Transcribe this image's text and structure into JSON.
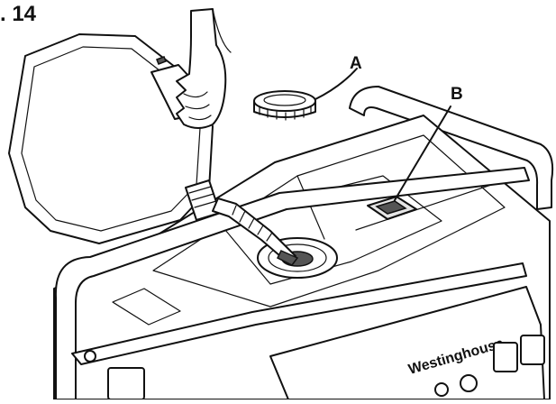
{
  "figure": {
    "number_label": ". 14",
    "callouts": [
      {
        "letter": "A",
        "target": "fuel cap"
      },
      {
        "letter": "B",
        "target": "fuel gauge"
      }
    ],
    "brand_text": "Westinghouse"
  }
}
